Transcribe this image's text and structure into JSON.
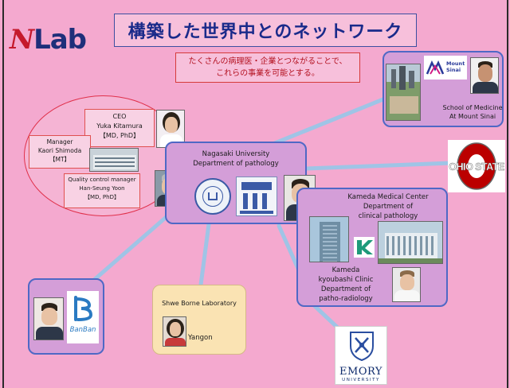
{
  "logo": {
    "prefix": "N",
    "text": "Lab"
  },
  "title": "構築した世界中とのネットワーク",
  "subtitle": [
    "たくさんの病理医・企業とつながることで、",
    "これらの事業を可能とする。"
  ],
  "team": {
    "ceo": {
      "role": "CEO",
      "name": "Yuka Kitamura",
      "degree": "【MD, PhD】"
    },
    "manager": {
      "role": "Manager",
      "name": "Kaori Shimoda",
      "degree": "【MT】"
    },
    "qc": {
      "role": "Quality control manager",
      "name": "Han-Seung Yoon",
      "degree": "【MD, PhD】"
    }
  },
  "nagasaki": {
    "line1": "Nagasaki University",
    "line2": "Department of pathology"
  },
  "mount_sinai": {
    "logo_line1": "Mount",
    "logo_line2": "Sinai",
    "line1": "School  of Medicine",
    "line2": "At Mount Sinai"
  },
  "ohio": {
    "logo_text": "OHIO STATE"
  },
  "kameda": {
    "title_line1": "Kameda Medical Center",
    "title_line2": "Department of",
    "title_line3": "clinical pathology",
    "sub_line1": "Kameda",
    "sub_line2": "kyoubashi Clinic",
    "sub_line3": "Department of",
    "sub_line4": "patho-radiology"
  },
  "banban": {
    "logo_text": "BanBan"
  },
  "shwe": {
    "title": "Shwe Borne Laboratory",
    "city": "Yangon"
  },
  "emory": {
    "name": "EMORY",
    "sub": "UNIVERSITY"
  },
  "colors": {
    "background": "#f4a9cf",
    "node_fill": "#d49ed8",
    "node_border": "#4f68c5",
    "link": "#9fc4e6"
  }
}
